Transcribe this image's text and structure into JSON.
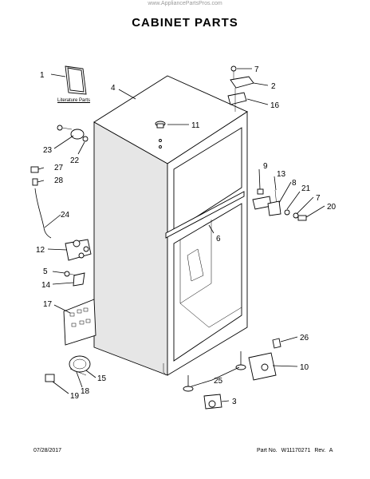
{
  "header": {
    "watermark": "www.AppliancePartsPros.com",
    "title": "CABINET PARTS"
  },
  "literature_label": "Literature Parts",
  "callouts": [
    {
      "id": "c1",
      "label": "1"
    },
    {
      "id": "c2",
      "label": "2"
    },
    {
      "id": "c3",
      "label": "3"
    },
    {
      "id": "c4",
      "label": "4"
    },
    {
      "id": "c5",
      "label": "5"
    },
    {
      "id": "c6",
      "label": "6"
    },
    {
      "id": "c7a",
      "label": "7"
    },
    {
      "id": "c7b",
      "label": "7"
    },
    {
      "id": "c8",
      "label": "8"
    },
    {
      "id": "c9",
      "label": "9"
    },
    {
      "id": "c10",
      "label": "10"
    },
    {
      "id": "c11",
      "label": "11"
    },
    {
      "id": "c12",
      "label": "12"
    },
    {
      "id": "c13",
      "label": "13"
    },
    {
      "id": "c14",
      "label": "14"
    },
    {
      "id": "c15",
      "label": "15"
    },
    {
      "id": "c16",
      "label": "16"
    },
    {
      "id": "c17",
      "label": "17"
    },
    {
      "id": "c18",
      "label": "18"
    },
    {
      "id": "c19",
      "label": "19"
    },
    {
      "id": "c20",
      "label": "20"
    },
    {
      "id": "c21",
      "label": "21"
    },
    {
      "id": "c22",
      "label": "22"
    },
    {
      "id": "c23",
      "label": "23"
    },
    {
      "id": "c24",
      "label": "24"
    },
    {
      "id": "c25",
      "label": "25"
    },
    {
      "id": "c26",
      "label": "26"
    },
    {
      "id": "c27",
      "label": "27"
    },
    {
      "id": "c28",
      "label": "28"
    }
  ],
  "footer": {
    "date": "07/28/2017",
    "part_no_label": "Part No.",
    "part_no": "W11170271",
    "rev_label": "Rev.",
    "rev": "A"
  }
}
